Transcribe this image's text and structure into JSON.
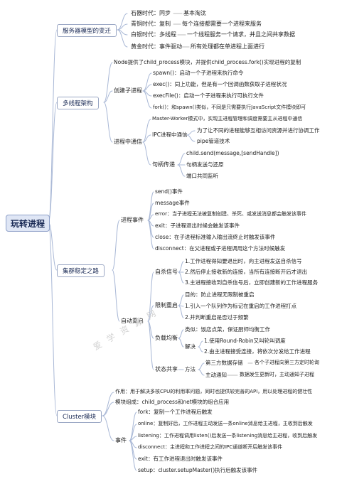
{
  "root": "玩转进程",
  "servers": {
    "title": "服务器模型的变迁",
    "items": [
      {
        "era": "石器时代：同步",
        "note": "基本淘汰"
      },
      {
        "era": "青铜时代：复制",
        "note": "每个连接都需要一个进程来服务"
      },
      {
        "era": "白银时代：多线程",
        "note": "一个线程服务一个请求，并且之间共享数据"
      },
      {
        "era": "黄金时代：事件驱动",
        "note": "所有处理都在单进程上面进行"
      }
    ]
  },
  "multi": {
    "title": "多线程架构",
    "intro": "Node提供了child_process模块，并提供child_process.fork()实现进程的复制",
    "create": {
      "label": "创建子进程",
      "items": [
        "spawn()：启动一个子进程来执行命令",
        "exec()：同上功能，但是有一个回调函数获取子进程状况",
        "execFile()：启动一个子进程来执行可执行文件",
        "fork()：和spawn()类似，不同是只需要执行JavaScript文件模块即可"
      ]
    },
    "ipc": {
      "label": "进程中通信",
      "master": "Master-Worker模式中，实现主进程管理和调度需要主从进程中通信",
      "channel": {
        "label": "IPC进程中通信",
        "items": [
          "为了让不同的进程能够互相访问资源并进行协调工作",
          "pipe管道技术"
        ]
      },
      "handle": {
        "label": "句柄传递",
        "items": [
          "child.send(message,[sendHandle])",
          "句柄发送与还原",
          "端口共同监听"
        ]
      }
    }
  },
  "cluster_stable": {
    "title": "集群稳定之路",
    "events": {
      "label": "进程事件",
      "items": [
        "send()事件",
        "message事件",
        "error：当子进程无法被复制创建、杀死、或发送消息都会触发该事件",
        "exit：子进程退出时候会触发该事件",
        "close：在子进程标准输入输出流终止时触发该事件",
        "disconnect：在父进程或子进程调用这个方法时候触发"
      ]
    },
    "restart": {
      "label": "自动重启",
      "signal": {
        "label": "自杀信号",
        "items": [
          "1.工作进程得知要退出时，向主进程发送自杀信号",
          "2.然后停止接收新的连接，当所有连接断开后才退出",
          "3.主进程接收到自杀信号后，立即创建新的工作进程服务"
        ]
      },
      "limit": {
        "label": "限制重启",
        "items": [
          "目的：防止进程无限制被重启",
          "1.引入一个队列作为标记在重启的工作进程打点",
          "2.并判断重启是否过于频繁"
        ]
      },
      "balance": {
        "label": "负载均衡",
        "analogy": "类似：饭店点菜，保证厨师均衡工作",
        "solve_label": "解决",
        "solve": [
          "1.使用Round-Robin又叫轮叫调度",
          "2.由主进程接受连接，将依次分发给工作进程"
        ]
      },
      "share": {
        "label": "状态共享",
        "method_label": "方法",
        "third": "第三方数据存储",
        "third_note": "各个子进程向第三方定时轮询",
        "notify": "主动通知",
        "notify_note": "数据发生更新时，主动通知子进程"
      }
    }
  },
  "cluster": {
    "title": "Cluster模块",
    "use": "作用：用于解决多核CPU的利用率问题，同时也提供较完善的API，用以处理进程的健壮性",
    "compose": "模块组成：child_process和net模块的组合应用",
    "events": {
      "label": "事件",
      "items": [
        "fork：复制一个工作进程后触发",
        "online：复制好后，工作进程主动发送一条online消息给主进程，主收到后触发",
        "listening：工作进程调用listen()后发送一条listening消息给主进程，收到后触发",
        "disconnect：主进程和工作进程之间的IPC通道断开后触发该事件",
        "exit：有工作进程退出时触发该事件",
        "setup：cluster.setupMaster()执行后触发该事件"
      ]
    }
  },
  "watermark": "爱 学 资 源 网",
  "colors": {
    "line": "#a9b8d6",
    "note_line": "#bbbbbb",
    "box_border": "#9aa7c4",
    "root_bg": "#dfe6f5"
  }
}
